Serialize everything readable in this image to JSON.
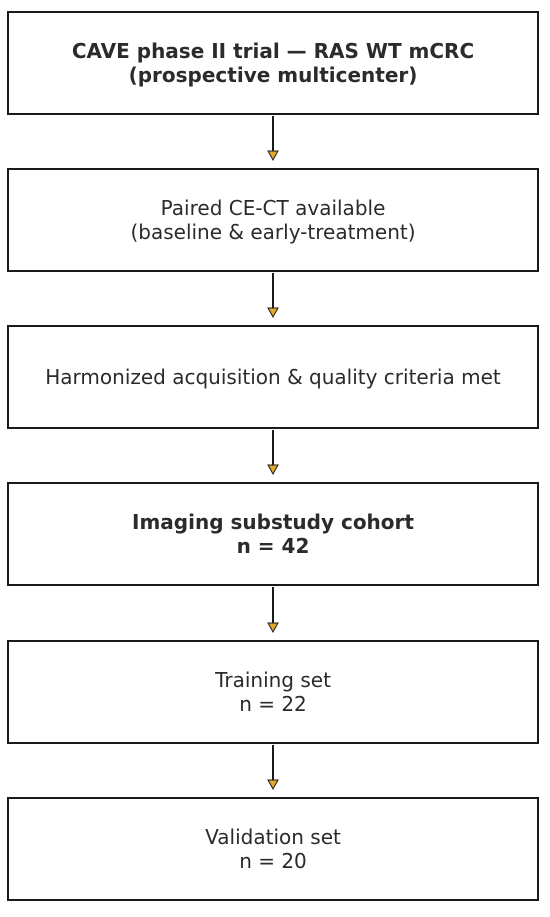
{
  "flowchart": {
    "boxes": [
      {
        "line1": "CAVE phase II trial — RAS WT mCRC",
        "line2": "(prospective multicenter)",
        "bold": true
      },
      {
        "line1": "Paired CE-CT available",
        "line2": "(baseline & early-treatment)",
        "bold": false
      },
      {
        "line1": "Harmonized acquisition & quality criteria met",
        "line2": "",
        "bold": false
      },
      {
        "line1": "Imaging substudy cohort",
        "line2": "n = 42",
        "bold": true
      },
      {
        "line1": "Training set",
        "line2": "n = 22",
        "bold": false
      },
      {
        "line1": "Validation set",
        "line2": "n = 20",
        "bold": false
      }
    ]
  },
  "colors": {
    "border": "#1a1a1a",
    "arrowhead": "#e3a82b",
    "text": "#2b2b2b"
  }
}
